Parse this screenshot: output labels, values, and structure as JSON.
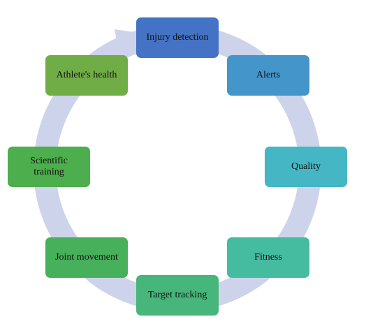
{
  "diagram": {
    "ring_color": "#cdd3ea",
    "nodes": [
      {
        "id": "injury-detection",
        "label": "Injury detection",
        "color": "#4472c4",
        "text_color": "#111111"
      },
      {
        "id": "alerts",
        "label": "Alerts",
        "color": "#4495c9",
        "text_color": "#111111"
      },
      {
        "id": "quality",
        "label": "Quality",
        "color": "#45b6c4",
        "text_color": "#111111"
      },
      {
        "id": "fitness",
        "label": "Fitness",
        "color": "#45bb9f",
        "text_color": "#111111"
      },
      {
        "id": "target-tracking",
        "label": "Target tracking",
        "color": "#46b67b",
        "text_color": "#111111"
      },
      {
        "id": "joint-movement",
        "label": "Joint movement",
        "color": "#47b05a",
        "text_color": "#111111"
      },
      {
        "id": "scientific-training",
        "label": "Scientific\ntraining",
        "color": "#4cae4c",
        "text_color": "#111111"
      },
      {
        "id": "athletes-health",
        "label": "Athlete's health",
        "color": "#70ad47",
        "text_color": "#111111"
      }
    ]
  }
}
